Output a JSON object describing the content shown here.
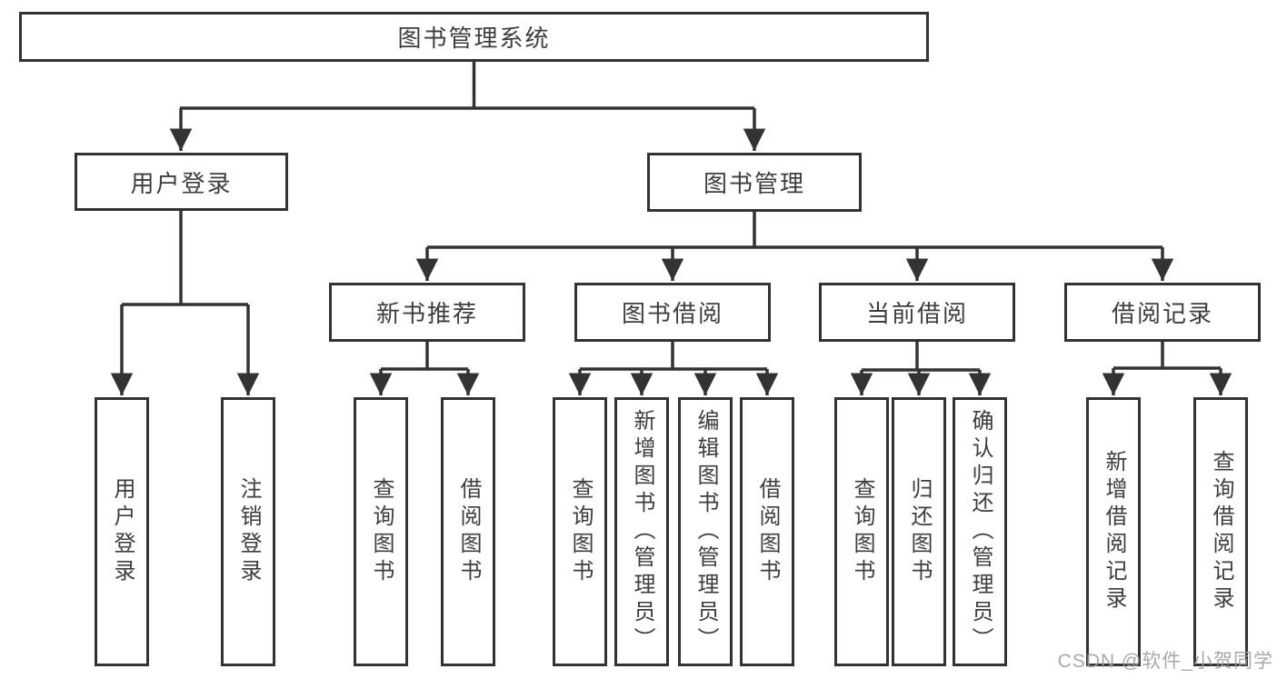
{
  "diagram_title": "图书管理系统",
  "tree": {
    "root": {
      "label": "图书管理系统"
    },
    "user_login": {
      "label": "用户登录",
      "children": [
        "用户登录",
        "注销登录"
      ]
    },
    "book_management": {
      "label": "图书管理",
      "children": [
        "新书推荐",
        "图书借阅",
        "当前借阅",
        "借阅记录"
      ]
    },
    "new_book_recommend": {
      "label": "新书推荐",
      "children": [
        "查询图书",
        "借阅图书"
      ]
    },
    "book_borrow": {
      "label": "图书借阅",
      "children": [
        "查询图书",
        "新增图书（管理员）",
        "编辑图书（管理员）",
        "借阅图书"
      ]
    },
    "current_borrow": {
      "label": "当前借阅",
      "children": [
        "查询图书",
        "归还图书",
        "确认归还（管理员）"
      ]
    },
    "borrow_records": {
      "label": "借阅记录",
      "children": [
        "新增借阅记录",
        "查询借阅记录"
      ]
    }
  },
  "watermark": "CSDN @软件_小贺同学",
  "colors": {
    "line": "#333333",
    "text": "#3d3d3d",
    "background": "#ffffff",
    "watermark": "#9e9e9e"
  }
}
